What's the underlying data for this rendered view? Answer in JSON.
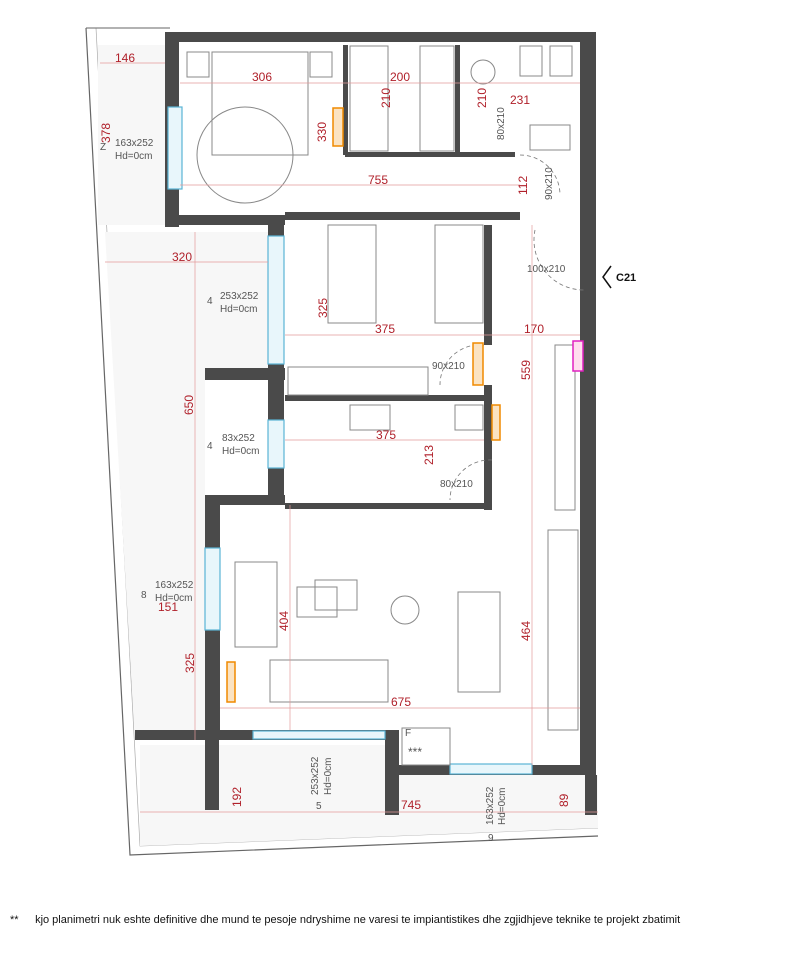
{
  "plan": {
    "dimensions": {
      "bed1_balcony_width": "146",
      "bed1_width": "306",
      "closet_width": "200",
      "closet_depth": "210",
      "bath1_depth": "210",
      "bath1_width": "231",
      "bed1_depth": "330",
      "balcony1_length": "378",
      "bed1_total_width": "755",
      "corridor_width": "112",
      "terrace_width": "320",
      "bed2_depth": "325",
      "bed2_width": "375",
      "hall_width": "170",
      "hall_length": "559",
      "terrace_length": "650",
      "bath2_width": "375",
      "bath2_depth": "213",
      "living_balcony_width": "151",
      "living_depth": "404",
      "kitchen_length": "464",
      "terrace_lower": "325",
      "living_width": "675",
      "south_terrace_depth": "192",
      "south_terrace_length": "745",
      "south_right": "89"
    },
    "openings": {
      "win_bed1": [
        "163x252",
        "Hd=0cm"
      ],
      "win_bed2": [
        "253x252",
        "Hd=0cm"
      ],
      "win_bath2": [
        "83x252",
        "Hd=0cm"
      ],
      "win_living_w": [
        "163x252",
        "Hd=0cm"
      ],
      "win_living_s": [
        "253x252",
        "Hd=0cm"
      ],
      "win_kitchen_s": [
        "163x252",
        "Hd=0cm"
      ],
      "door_bath1": "80x210",
      "door_corridor": "90x210",
      "door_entry": "100x210",
      "door_bed2": "90x210",
      "door_bath2": "80x210"
    },
    "markers": {
      "section": "C21",
      "n4a": "4",
      "n4b": "4",
      "n8": "8",
      "n5": "5",
      "n9": "9",
      "z": "Z",
      "fridge": "F",
      "stars": "***"
    }
  },
  "footer": {
    "mark": "**",
    "note": "kjo planimetri nuk eshte definitive dhe mund te pesoje ndryshime ne varesi te impiantistikes dhe zgjidhjeve teknike te projekt zbatimit"
  }
}
